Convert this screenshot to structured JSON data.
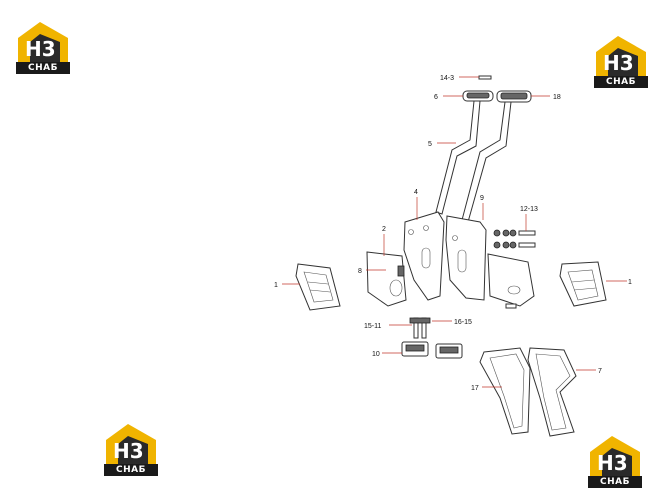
{
  "logo": {
    "mark": "H3",
    "text": "СНАБ"
  },
  "callouts": {
    "c14_3": "14-3",
    "c6": "6",
    "c18": "18",
    "c5": "5",
    "c4": "4",
    "c9": "9",
    "c12_13": "12-13",
    "c2": "2",
    "c8": "8",
    "c1_left": "1",
    "c1_right": "1",
    "c15_11": "15-11",
    "c16_15": "16-15",
    "c10": "10",
    "c7": "7",
    "c17": "17"
  }
}
